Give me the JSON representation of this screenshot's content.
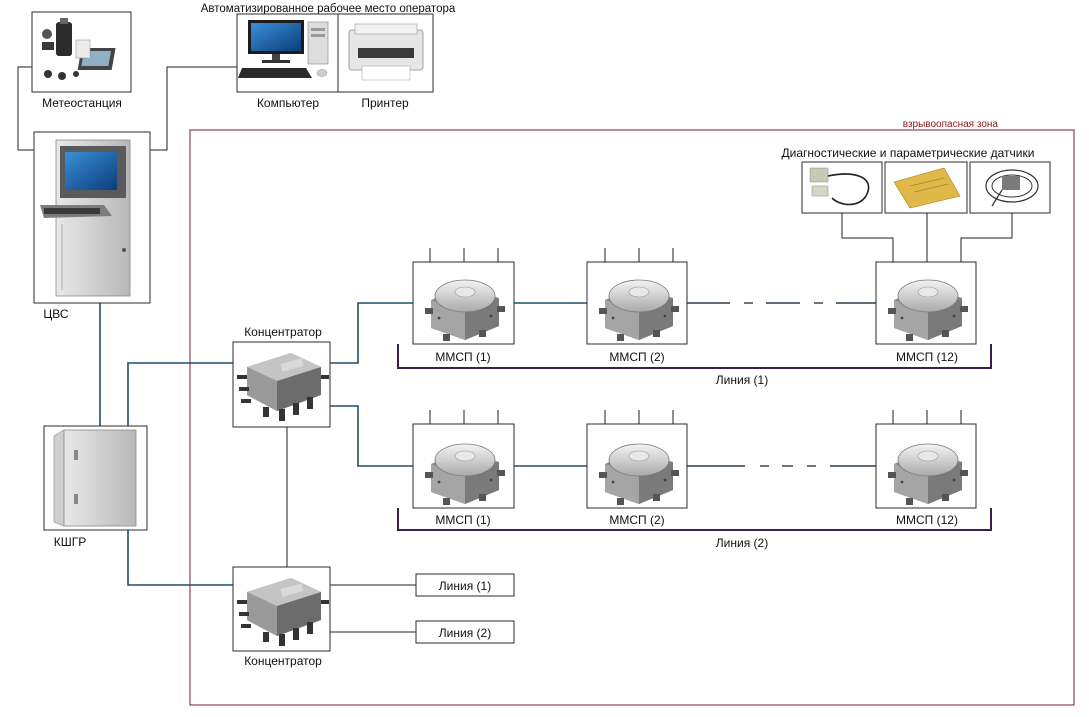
{
  "labels": {
    "meteo": "Метеостанция",
    "arm_title": "Автоматизированное рабочее место оператора",
    "computer": "Компьютер",
    "printer": "Принтер",
    "cvs": "ЦВС",
    "kshgr": "КШГР",
    "hazard_zone": "взрывоопасная зона",
    "sensors": "Диагностические и параметрические датчики",
    "concentrator_top": "Концентратор",
    "concentrator_bottom": "Концентратор"
  },
  "line1": {
    "name": "Линия (1)",
    "nodes": [
      "ММСП (1)",
      "ММСП (2)",
      "ММСП (12)"
    ]
  },
  "line2": {
    "name": "Линия (2)",
    "nodes": [
      "ММСП (1)",
      "ММСП (2)",
      "ММСП (12)"
    ]
  },
  "outputs": [
    "Линия (1)",
    "Линия (2)"
  ],
  "colors": {
    "zone_border": "#7a1f2b",
    "link": "#1f4e6b",
    "bus": "#3a1f4e"
  }
}
